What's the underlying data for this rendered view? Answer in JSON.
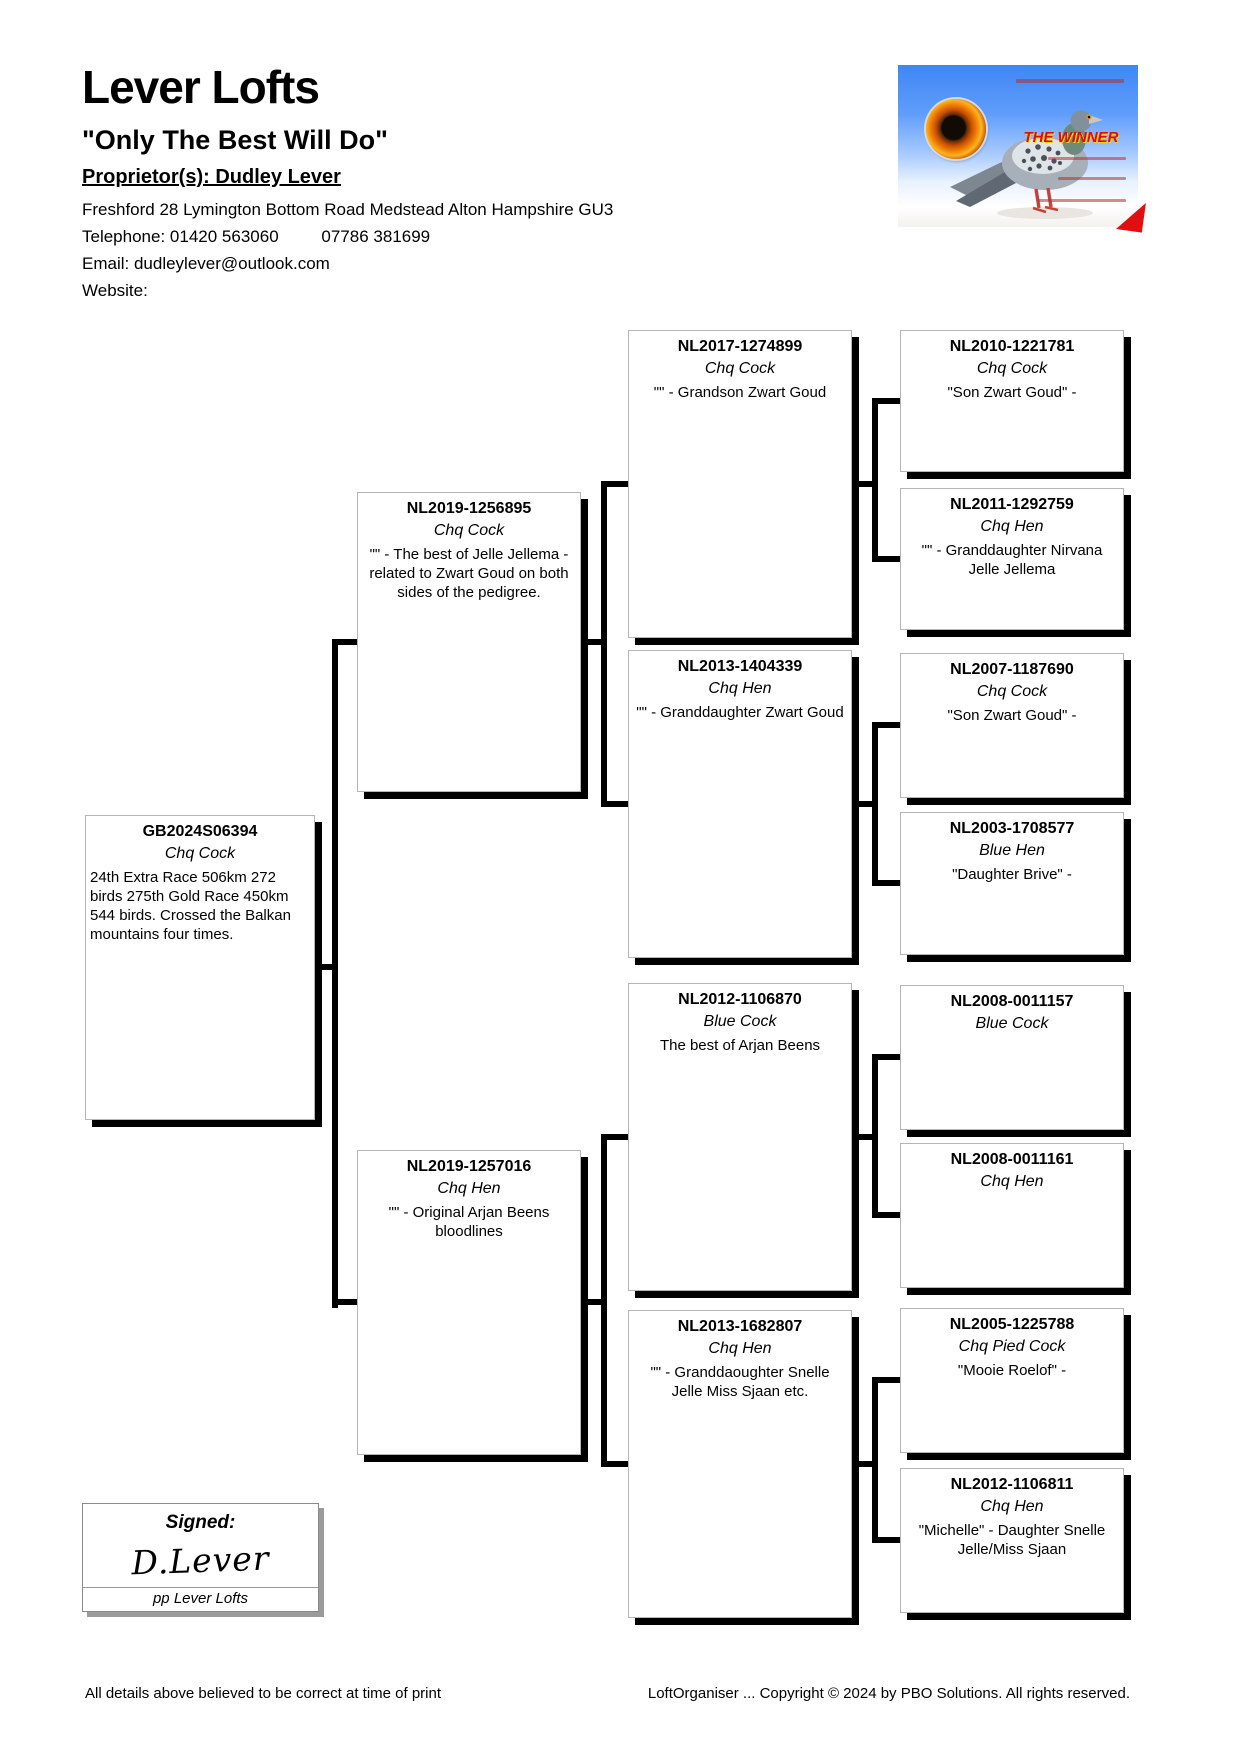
{
  "header": {
    "loft_name": "Lever Lofts",
    "slogan": "\"Only The Best Will Do\"",
    "proprietor": "Proprietor(s): Dudley Lever",
    "address": "Freshford 28 Lymington Bottom Road Medstead Alton Hampshire GU3",
    "telephone_label": "Telephone:",
    "telephone_1": "01420 563060",
    "telephone_2": "07786 381699",
    "email_line": "Email: dudleylever@outlook.com",
    "website_label": "Website:",
    "logo_banner": "THE WINNER"
  },
  "pedigree": {
    "boxes": [
      {
        "ring": "GB2024S06394",
        "color_sex": "Chq Cock",
        "comment": "24th Extra Race 506km 272 birds 275th Gold Race 450km 544 birds. Crossed the Balkan mountains four times."
      },
      {
        "ring": "NL2019-1256895",
        "color_sex": "Chq Cock",
        "comment": "\"\" - The best of Jelle Jellema - related to Zwart Goud on both sides of the pedigree."
      },
      {
        "ring": "NL2019-1257016",
        "color_sex": "Chq Hen",
        "comment": "\"\" - Original Arjan Beens bloodlines"
      },
      {
        "ring": "NL2017-1274899",
        "color_sex": "Chq Cock",
        "comment": "\"\" - Grandson Zwart Goud"
      },
      {
        "ring": "NL2013-1404339",
        "color_sex": "Chq Hen",
        "comment": "\"\" - Granddaughter Zwart Goud"
      },
      {
        "ring": "NL2012-1106870",
        "color_sex": "Blue Cock",
        "comment": "The best of Arjan Beens"
      },
      {
        "ring": "NL2013-1682807",
        "color_sex": "Chq Hen",
        "comment": "\"\" - Granddaoughter Snelle Jelle Miss Sjaan etc."
      },
      {
        "ring": "NL2010-1221781",
        "color_sex": "Chq Cock",
        "comment": "\"Son Zwart Goud\" -"
      },
      {
        "ring": "NL2011-1292759",
        "color_sex": "Chq Hen",
        "comment": "\"\" - Granddaughter Nirvana Jelle Jellema"
      },
      {
        "ring": "NL2007-1187690",
        "color_sex": "Chq Cock",
        "comment": "\"Son Zwart Goud\" -"
      },
      {
        "ring": "NL2003-1708577",
        "color_sex": "Blue Hen",
        "comment": "\"Daughter Brive\" -"
      },
      {
        "ring": "NL2008-0011157",
        "color_sex": "Blue Cock",
        "comment": ""
      },
      {
        "ring": "NL2008-0011161",
        "color_sex": "Chq Hen",
        "comment": ""
      },
      {
        "ring": "NL2005-1225788",
        "color_sex": "Chq Pied Cock",
        "comment": "\"Mooie Roelof\" -"
      },
      {
        "ring": "NL2012-1106811",
        "color_sex": "Chq Hen",
        "comment": "\"Michelle\" - Daughter Snelle Jelle/Miss Sjaan"
      }
    ]
  },
  "signature": {
    "signed_label": "Signed:",
    "signature_name": "D.Lever",
    "pp_line": "pp Lever Lofts"
  },
  "footer": {
    "left": "All details above believed to be correct at time of print",
    "right": "LoftOrganiser ... Copyright © 2024 by PBO Solutions. All rights reserved."
  }
}
